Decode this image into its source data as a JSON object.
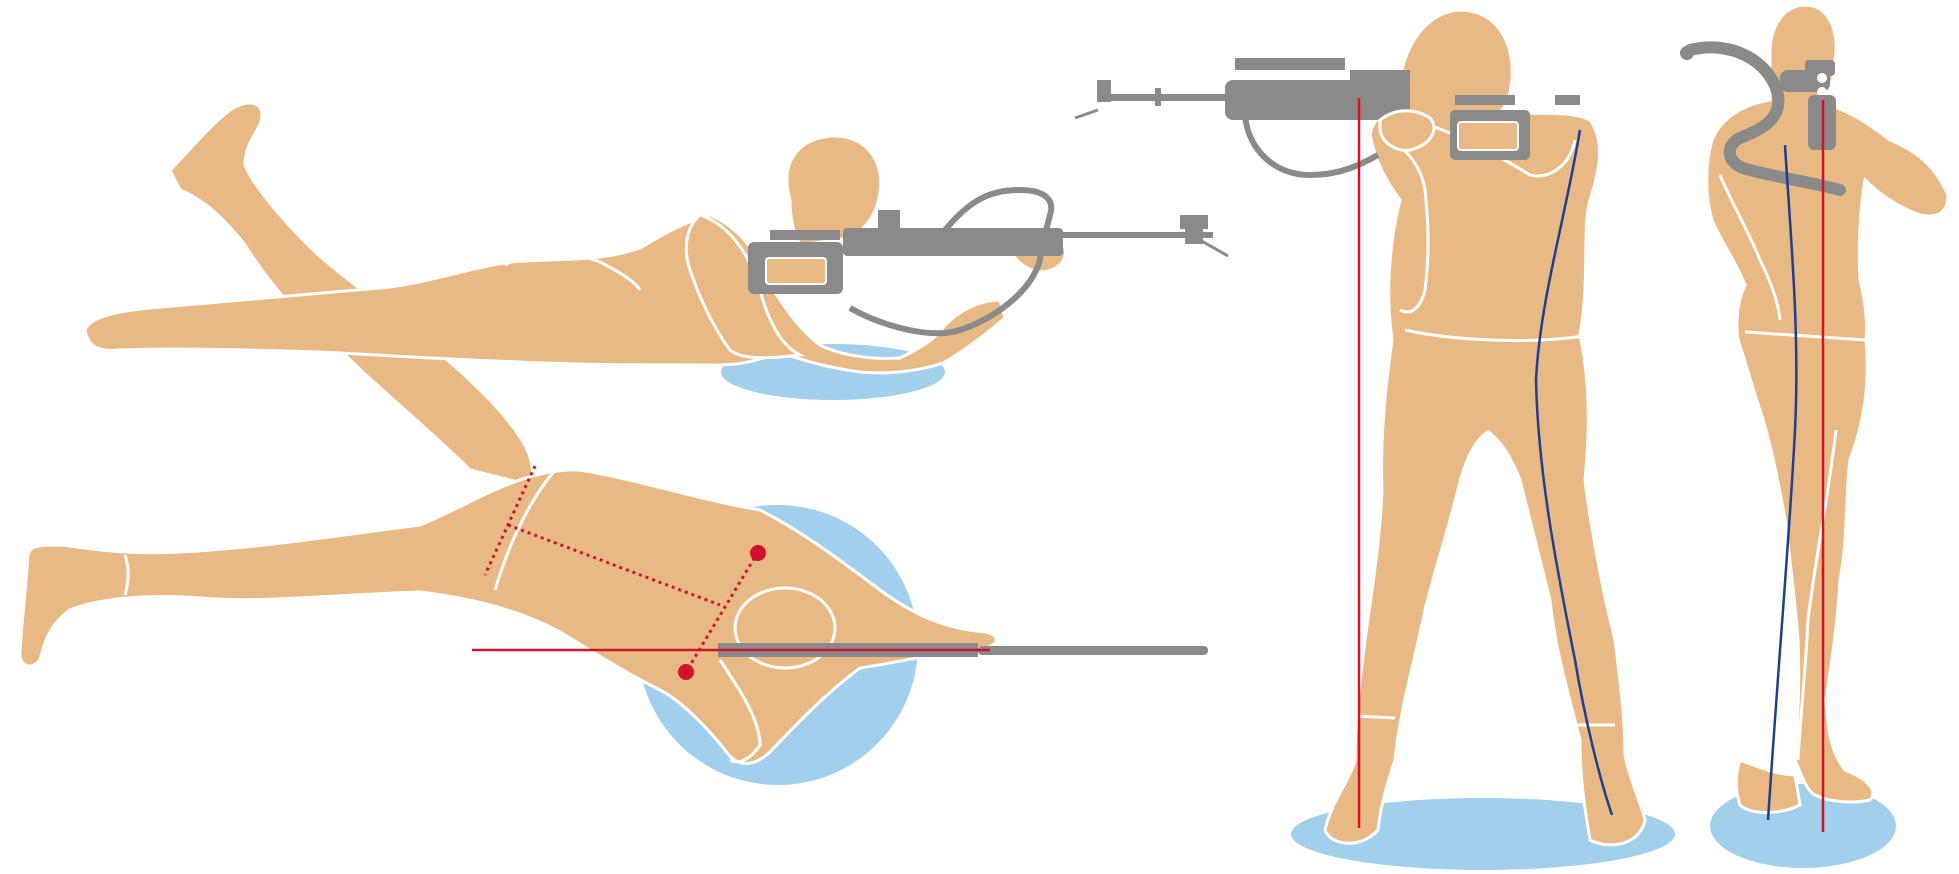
{
  "colors": {
    "skin": "#E8B985",
    "outline": "#FFFFFF",
    "mat": "#A2CFEC",
    "rifle": "#8A8A8A",
    "alignment_line": "#D0122D",
    "balance_line": "#1F3E8C"
  },
  "figures": [
    {
      "id": "prone-side",
      "label": ""
    },
    {
      "id": "prone-top",
      "label": ""
    },
    {
      "id": "standing-front",
      "label": ""
    },
    {
      "id": "standing-side",
      "label": ""
    }
  ]
}
